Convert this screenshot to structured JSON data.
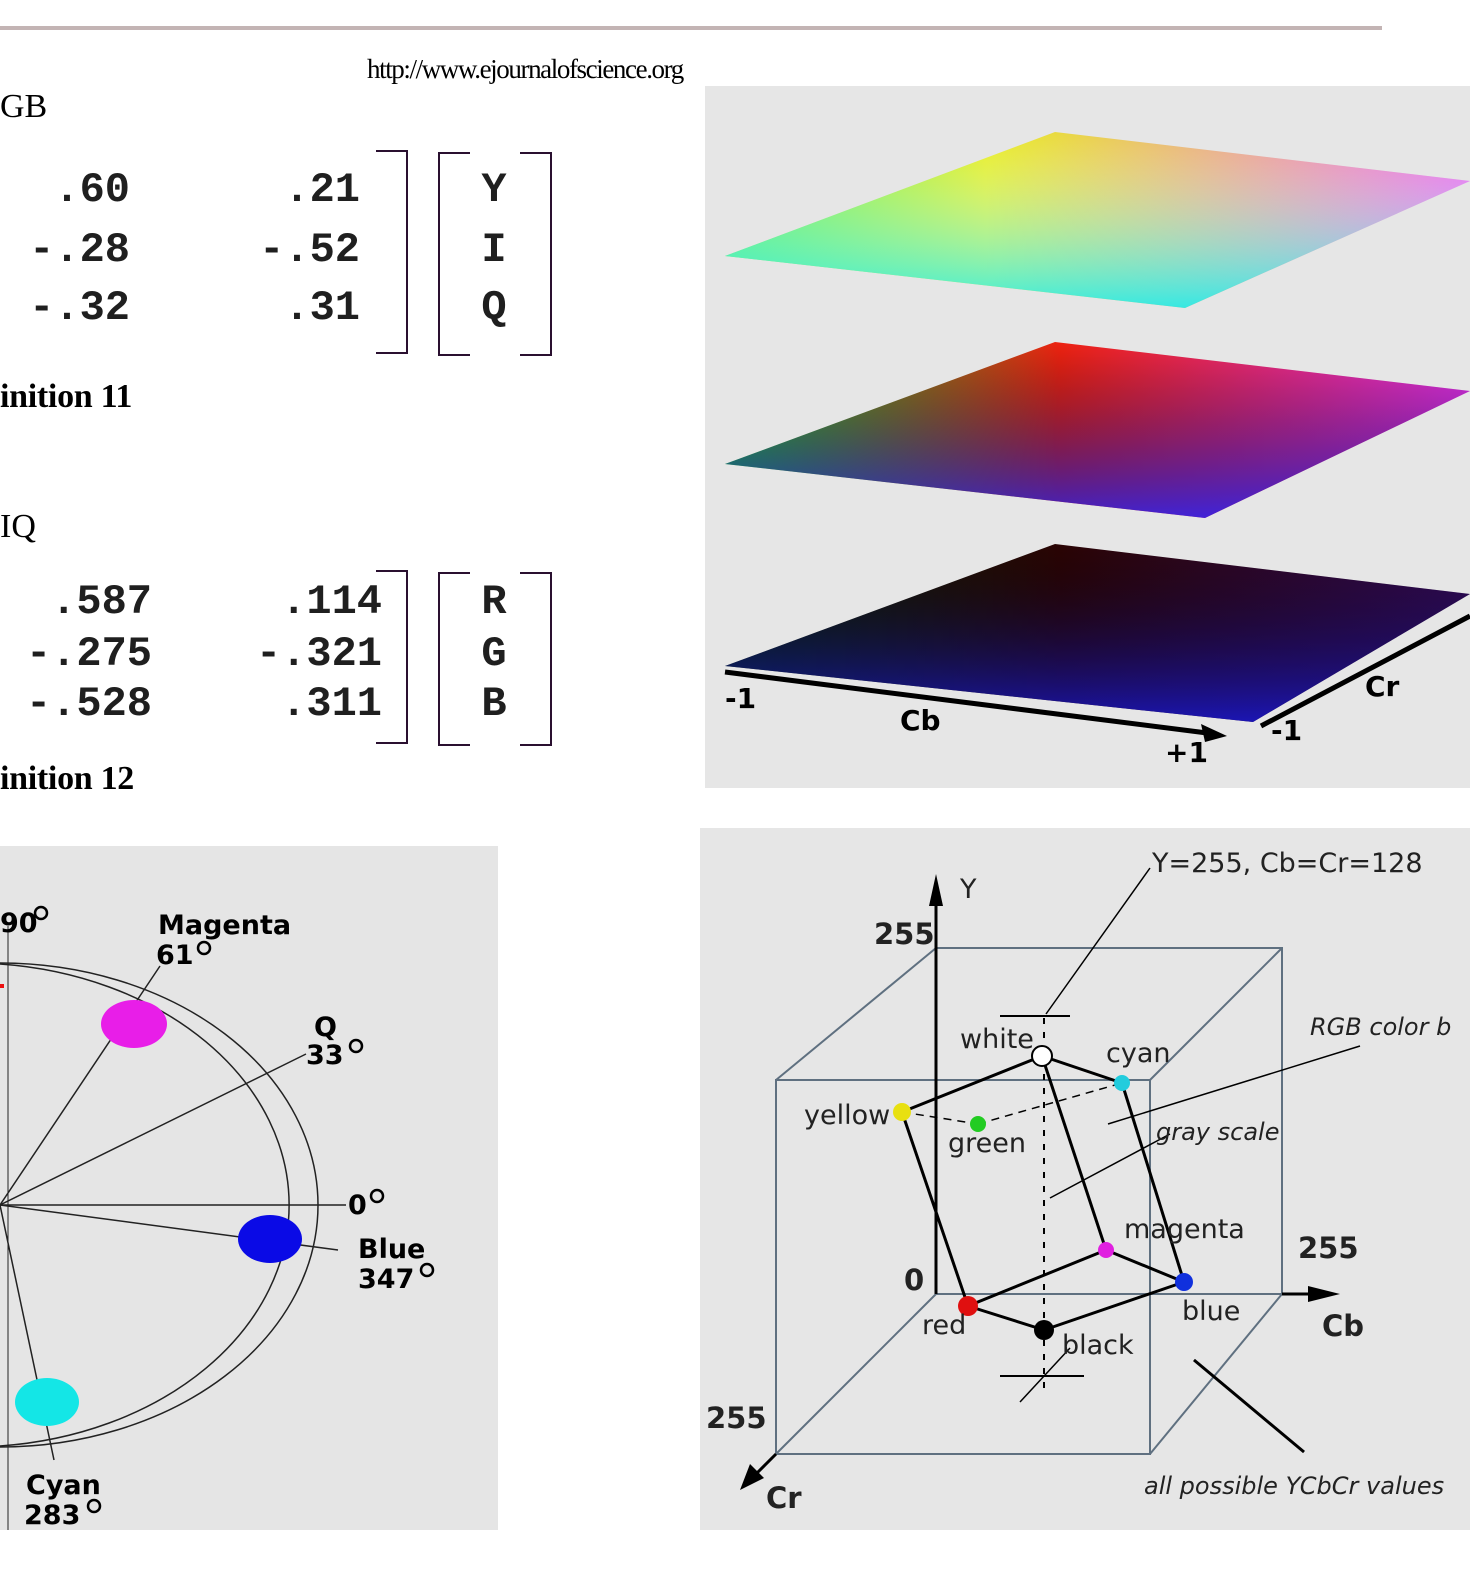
{
  "header": {
    "url": "http://www.ejournalofscience.org"
  },
  "section1": {
    "label": "GB",
    "col1": [
      ".60",
      "-.28",
      "-.32"
    ],
    "col2": [
      ".21",
      "-.52",
      ".31"
    ],
    "vector": [
      "Y",
      "I",
      "Q"
    ],
    "caption": "inition 11"
  },
  "section2": {
    "label": "IQ",
    "col1": [
      ".587",
      "-.275",
      "-.528"
    ],
    "col2": [
      ".114",
      "-.321",
      ".311"
    ],
    "vector": [
      "R",
      "G",
      "B"
    ],
    "caption": "inition 12"
  },
  "planes": {
    "cb_label": "Cb",
    "cr_label": "Cr",
    "minus1_left": "-1",
    "plus1": "+1",
    "minus1_right": "-1"
  },
  "wheel": {
    "deg90": "90",
    "magenta": "Magenta",
    "magenta_deg": "61",
    "q": "Q",
    "q_deg": "33",
    "deg0": "0",
    "blue": "Blue",
    "blue_deg": "347",
    "cyan": "Cyan",
    "cyan_deg": "283",
    "colors": {
      "magenta": "#e81ee8",
      "blue": "#0a0ae6",
      "cyan": "#14e6e6"
    }
  },
  "cube": {
    "annotation_top": "Y=255, Cb=Cr=128",
    "y_axis": "Y",
    "y_255": "255",
    "white": "white",
    "cyan": "cyan",
    "rgb_color": "RGB color b",
    "yellow": "yellow",
    "green": "green",
    "gray_scale": "gray scale",
    "magenta": "magenta",
    "cb_255": "255",
    "zero": "0",
    "red": "red",
    "blue": "blue",
    "cb_axis": "Cb",
    "black": "black",
    "cr_255": "255",
    "cr_axis": "Cr",
    "all_values": "all possible YCbCr values"
  }
}
